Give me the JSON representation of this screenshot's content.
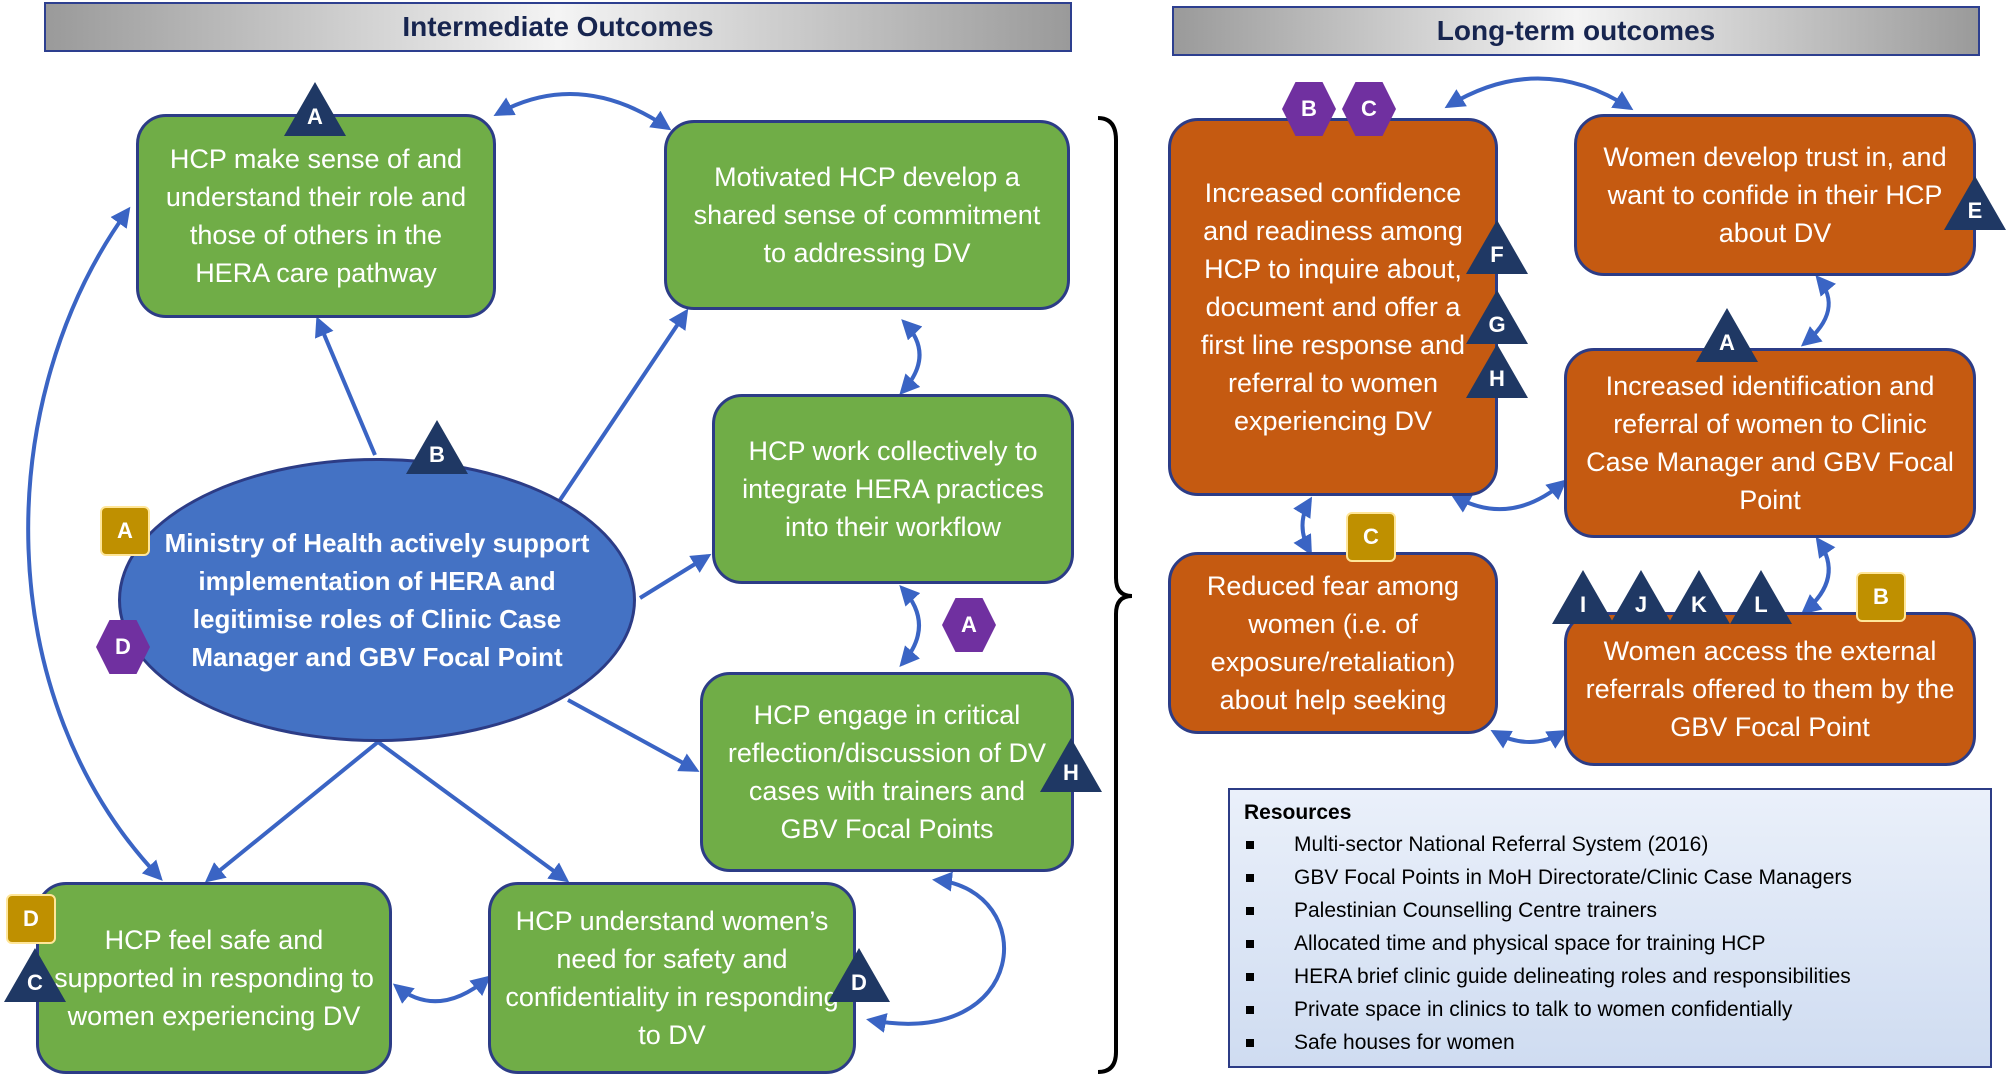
{
  "headers": {
    "intermediate": "Intermediate Outcomes",
    "longterm": "Long-term outcomes"
  },
  "intermediate": {
    "center": "Ministry of Health actively support implementation of HERA and legitimise roles of Clinic Case Manager and GBV Focal Point",
    "hcp_sense": "HCP make sense of and understand their role and those of others in the HERA care pathway",
    "motivated": "Motivated HCP develop a shared sense of commitment to addressing DV",
    "collective": "HCP work collectively to integrate HERA practices into their workflow",
    "reflection": "HCP engage in critical reflection/discussion of DV cases with trainers and GBV Focal Points",
    "safe": "HCP feel safe and supported  in responding to women experiencing DV",
    "understand": "HCP understand women’s need for safety and confidentiality in responding to DV"
  },
  "longterm": {
    "confidence": "Increased confidence and readiness among HCP to inquire about, document and offer a first line response and referral to women experiencing DV",
    "trust": "Women develop trust in, and want to confide in their HCP about DV",
    "identification": "Increased identification and referral of women to Clinic Case Manager and GBV Focal Point",
    "fear": "Reduced fear among women (i.e. of exposure/retaliation) about help seeking",
    "access": "Women access the external referrals offered to them by the GBV Focal Point"
  },
  "markers": {
    "triangles": [
      "A",
      "B",
      "H",
      "D",
      "C",
      "F",
      "G",
      "H",
      "E",
      "A",
      "I",
      "J",
      "K",
      "L"
    ],
    "hexagons": [
      "A",
      "D",
      "B",
      "C"
    ],
    "squares": [
      "A",
      "D",
      "C",
      "B"
    ]
  },
  "resources": {
    "title": "Resources",
    "items": [
      "Multi-sector National Referral System (2016)",
      "GBV Focal Points in MoH Directorate/Clinic Case Managers",
      "Palestinian Counselling Centre trainers",
      "Allocated time and physical space for training HCP",
      "HERA brief clinic guide delineating roles and responsibilities",
      "Private space in clinics to talk to women confidentially",
      "Safe houses for women"
    ]
  },
  "colors": {
    "green": "#70ad47",
    "orange": "#c55a11",
    "blue": "#4472c4",
    "navy": "#1f3864",
    "purple": "#7030a0",
    "gold": "#bf9000",
    "arrow": "#3a64c4"
  }
}
